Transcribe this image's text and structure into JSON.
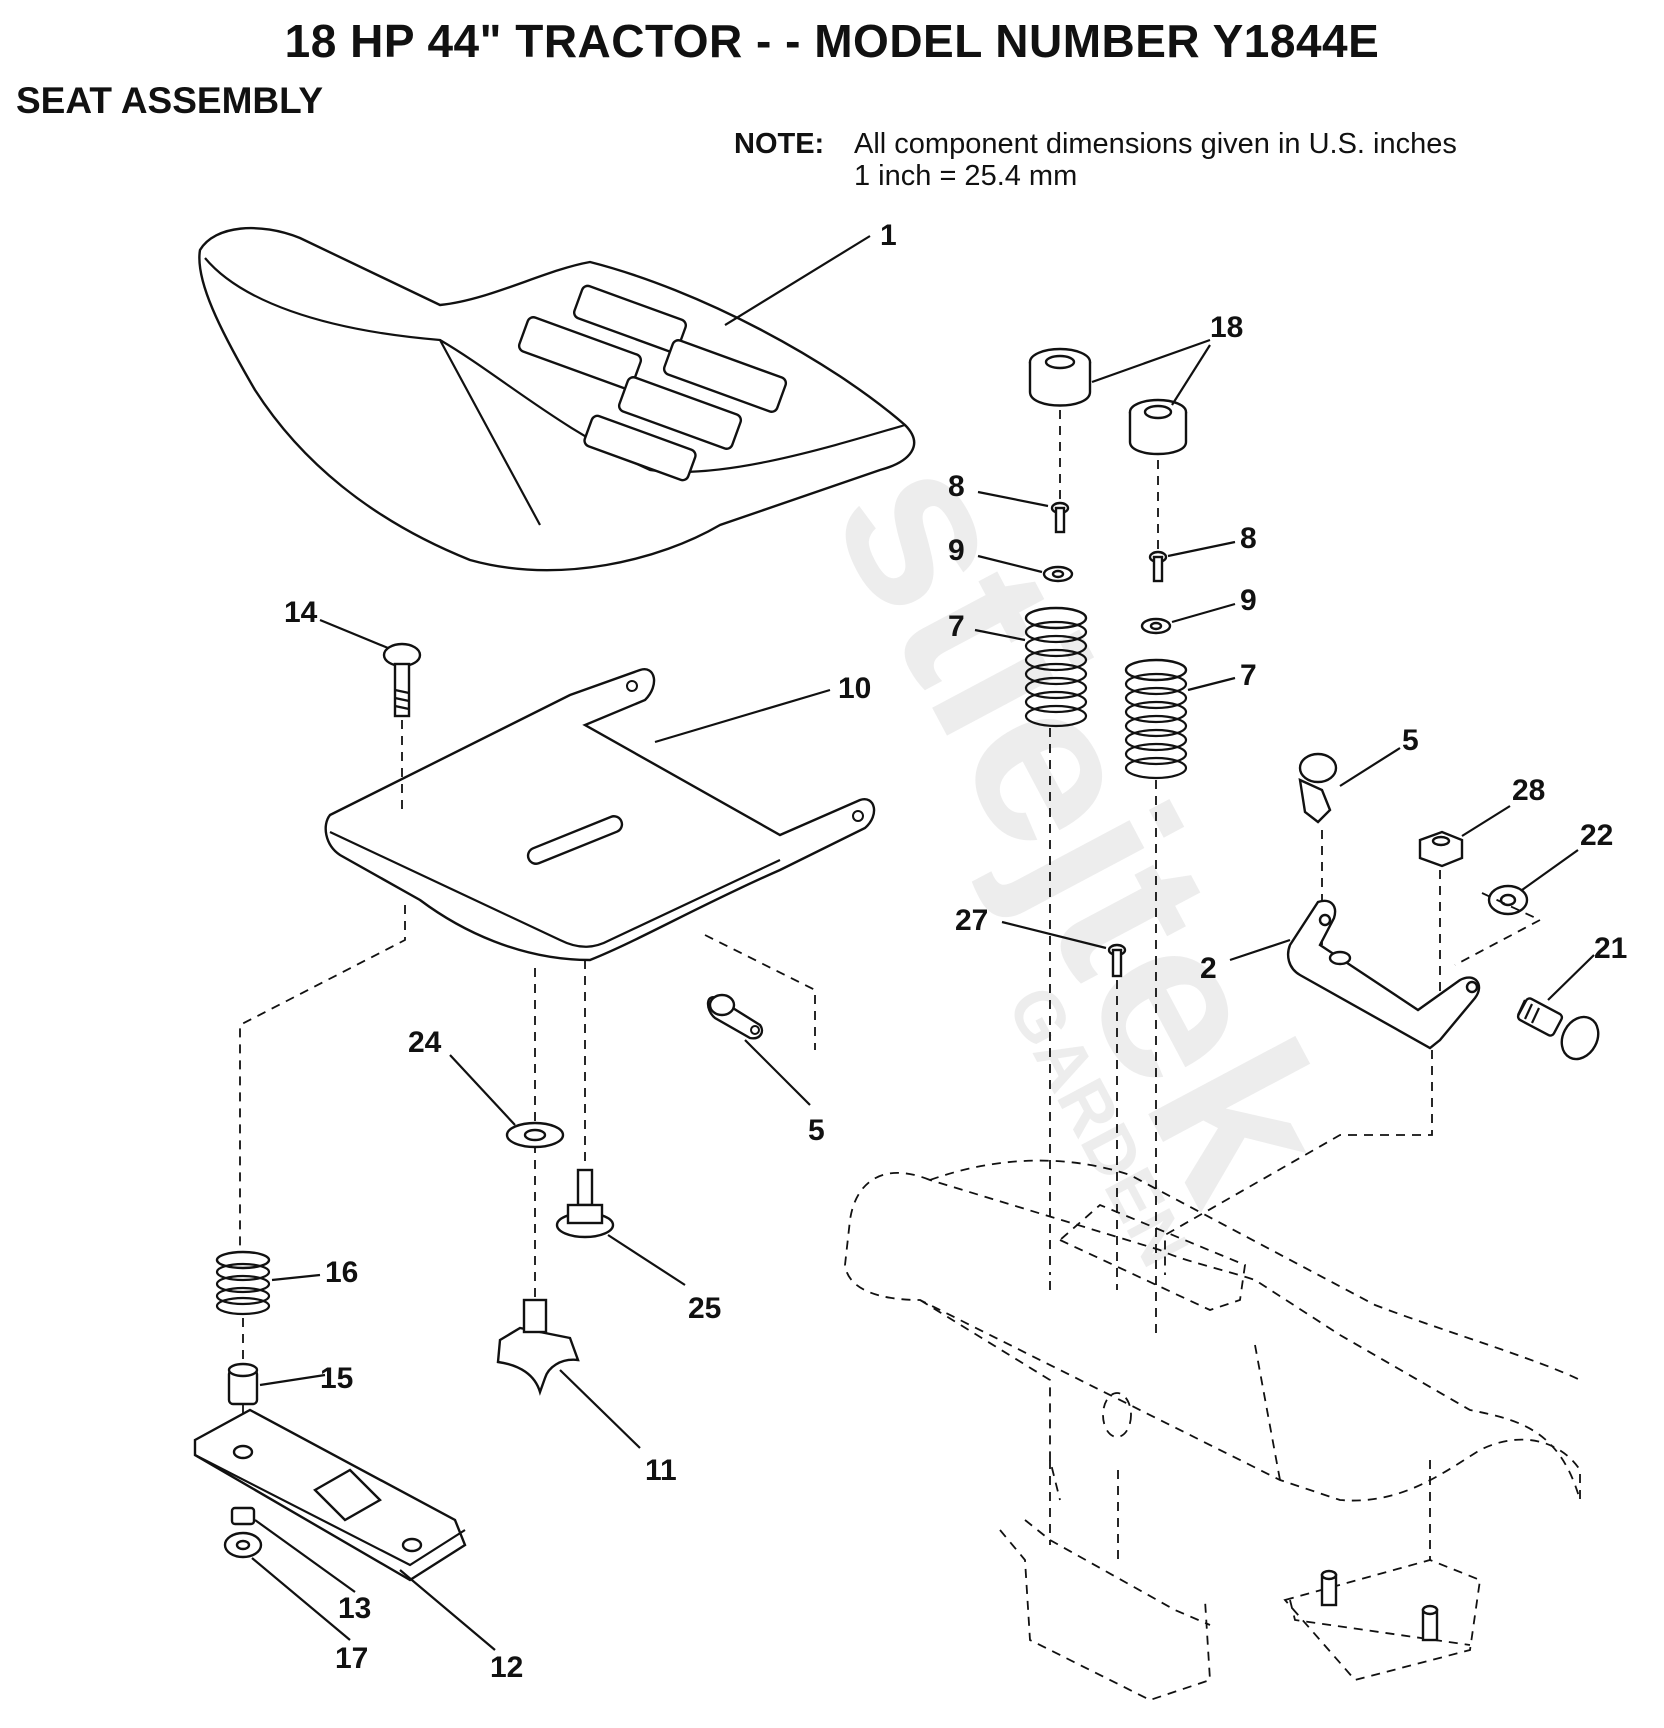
{
  "header": {
    "title": "18 HP 44\" TRACTOR - - MODEL NUMBER Y1844E",
    "subtitle": "SEAT ASSEMBLY"
  },
  "note": {
    "label": "NOTE:",
    "line1": "All component dimensions given in U.S. inches",
    "line2": "1 inch = 25.4 mm"
  },
  "watermark": {
    "brand": "stiejtek",
    "sub": "GARDEN"
  },
  "callouts": {
    "p1": "1",
    "p18": "18",
    "p8a": "8",
    "p8b": "8",
    "p9a": "9",
    "p9b": "9",
    "p7a": "7",
    "p7b": "7",
    "p14": "14",
    "p10": "10",
    "p5a": "5",
    "p5b": "5",
    "p28": "28",
    "p22": "22",
    "p27": "27",
    "p2": "2",
    "p21": "21",
    "p24": "24",
    "p25": "25",
    "p16": "16",
    "p15": "15",
    "p11": "11",
    "p13": "13",
    "p17": "17",
    "p12": "12"
  }
}
